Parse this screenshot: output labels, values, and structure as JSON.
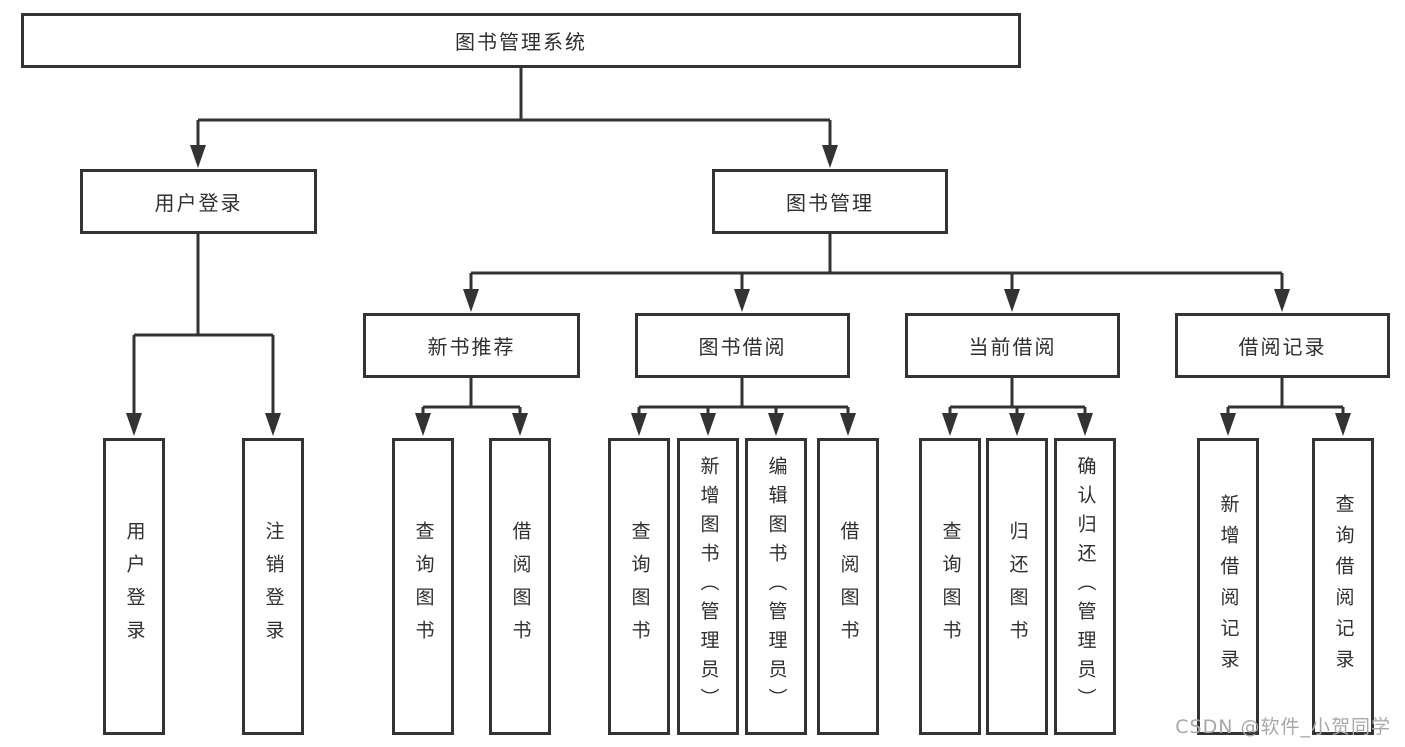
{
  "diagram": {
    "root": "图书管理系统",
    "level2": [
      "用户登录",
      "图书管理"
    ],
    "level3": [
      "新书推荐",
      "图书借阅",
      "当前借阅",
      "借阅记录"
    ],
    "leaves": {
      "user_login": [
        "用户登录",
        "注销登录"
      ],
      "new_book": [
        "查询图书",
        "借阅图书"
      ],
      "book_borrow": [
        "查询图书",
        "新增图书（管理员）",
        "编辑图书（管理员）",
        "借阅图书"
      ],
      "current_borrow": [
        "查询图书",
        "归还图书",
        "确认归还（管理员）"
      ],
      "borrow_records": [
        "新增借阅记录",
        "查询借阅记录"
      ]
    }
  },
  "watermark": "CSDN @软件_小贺同学",
  "colors": {
    "line": "#333333",
    "text": "#2f2f2f",
    "watermark": "#a8a8a8",
    "background": "#ffffff"
  }
}
